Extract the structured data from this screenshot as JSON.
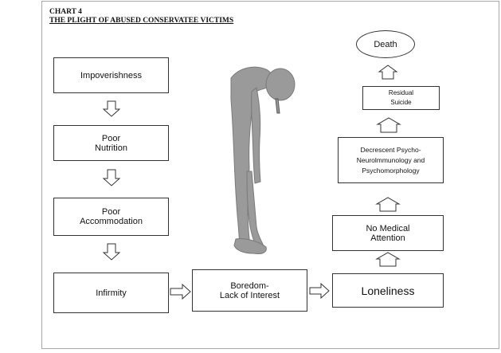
{
  "header": {
    "chart_label": "CHART 4",
    "chart_title": "THE PLIGHT OF ABUSED CONSERVATEE VICTIMS"
  },
  "nodes": {
    "impoverishness": "Impoverishness",
    "poor_nutrition": "Poor\nNutrition",
    "poor_accommodation": "Poor\nAccommodation",
    "infirmity": "Infirmity",
    "boredom": "Boredom-\nLack of Interest",
    "loneliness": "Loneliness",
    "no_medical_attention": "No Medical\nAttention",
    "decrescent": "Decrescent Psycho-\nNeurolmmunology and\nPsychomorphology",
    "residual_suicide": "Residual\nSuicide",
    "death": "Death"
  },
  "colors": {
    "box_border": "#333333",
    "arrow_stroke": "#333333",
    "figure_fill": "#9a9a9a",
    "slide_border": "#a8a8a8"
  }
}
